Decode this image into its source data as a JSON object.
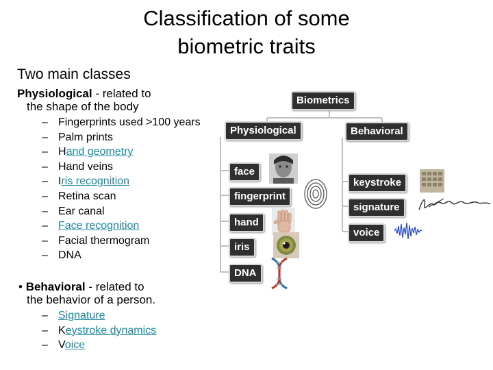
{
  "slide": {
    "title_line1": "Classification of some",
    "title_line2": "biometric traits",
    "heading": "Two main classes",
    "physiological": {
      "label_bold": "Physiological",
      "label_rest": " - related to",
      "label_line2": "the shape of the body",
      "items": [
        {
          "prefix": "Fingerprints used >100 years",
          "link": "",
          "suffix": ""
        },
        {
          "prefix": "Palm prints",
          "link": "",
          "suffix": ""
        },
        {
          "prefix": "H",
          "link": "and geometry",
          "suffix": ""
        },
        {
          "prefix": "Hand veins",
          "link": "",
          "suffix": ""
        },
        {
          "prefix": "I",
          "link": "ris recognition",
          "suffix": ""
        },
        {
          "prefix": "Retina scan",
          "link": "",
          "suffix": ""
        },
        {
          "prefix": "Ear canal",
          "link": "",
          "suffix": ""
        },
        {
          "prefix": "",
          "link": "Face recognition",
          "suffix": ""
        },
        {
          "prefix": "Facial thermogram",
          "link": "",
          "suffix": ""
        },
        {
          "prefix": "DNA",
          "link": "",
          "suffix": ""
        }
      ]
    },
    "behavioral": {
      "bullet": "•",
      "label_bold": "Behavioral",
      "label_rest": " - related to",
      "label_line2": "the behavior of a person.",
      "items": [
        {
          "prefix": "",
          "link": "Signature",
          "suffix": ""
        },
        {
          "prefix": "K",
          "link": "eystroke dynamics",
          "suffix": ""
        },
        {
          "prefix": "V",
          "link": "oice",
          "suffix": ""
        }
      ]
    }
  },
  "diagram": {
    "root": "Biometrics",
    "physiological": "Physiological",
    "behavioral": "Behavioral",
    "physio_children": [
      "face",
      "fingerprint",
      "hand",
      "iris",
      "DNA"
    ],
    "behav_children": [
      "keystroke",
      "signature",
      "voice"
    ],
    "colors": {
      "badge_bg": "#2f2f2f",
      "badge_text": "#ffffff",
      "connector": "#bfbfbf",
      "link": "#1a8aa0"
    }
  }
}
